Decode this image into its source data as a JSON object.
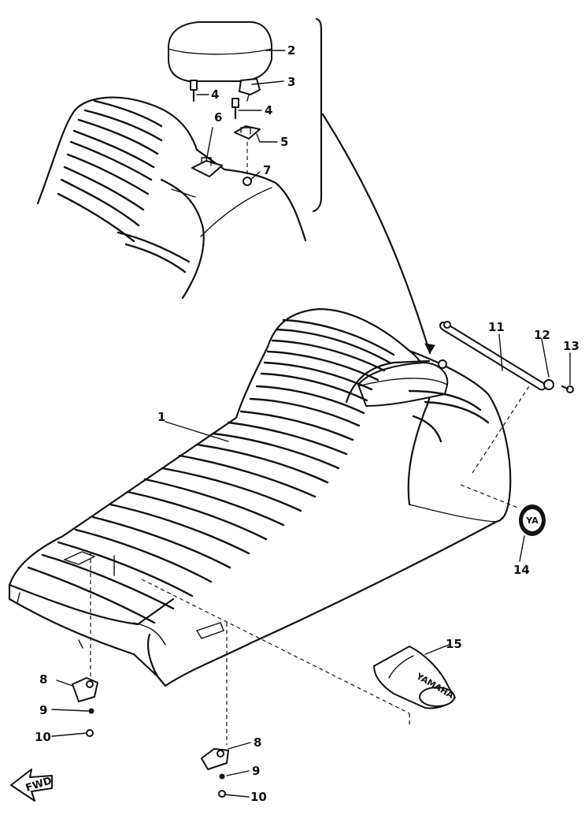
{
  "diagram": {
    "labels": {
      "seat": "1",
      "cushion": "2",
      "bracket_top": "3",
      "bolt_upper": "4",
      "bolt_lower": "4",
      "clip": "5",
      "clamp": "6",
      "nut_top": "7",
      "bracket_front_left": "8",
      "washer_front_left": "9",
      "nut_front_left": "10",
      "grab_bar": "11",
      "collar": "12",
      "screw": "13",
      "emblem": "14",
      "tool_bag": "15",
      "bracket_front_right": "8",
      "washer_front_right": "9",
      "nut_front_right": "10"
    },
    "fwd_marker": "FWD",
    "emblem_text": "YA",
    "bag_text": "YAMAHA"
  }
}
